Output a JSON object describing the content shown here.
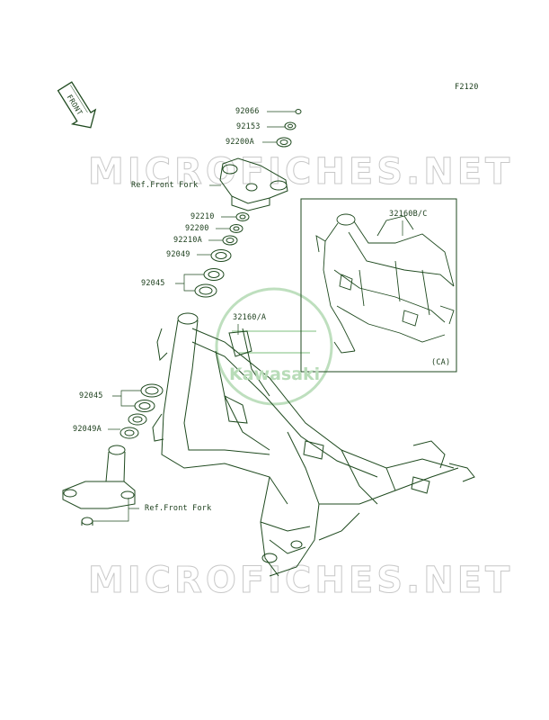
{
  "figure_code": "F2120",
  "front_label": "FRONT",
  "watermark_text": "MICROFICHES.NET",
  "logo_text": "Kawasaki",
  "inset_label": "(CA)",
  "colors": {
    "line": "#1f4a1f",
    "parts": "#2e6b2e",
    "watermark": "#c8c8c8",
    "logo": "#b8dcb8"
  },
  "callouts": [
    {
      "id": "92066",
      "text": "92066"
    },
    {
      "id": "92153",
      "text": "92153"
    },
    {
      "id": "92200A",
      "text": "92200A"
    },
    {
      "id": "ref-front-fork-top",
      "text": "Ref.Front Fork"
    },
    {
      "id": "92210",
      "text": "92210"
    },
    {
      "id": "92200",
      "text": "92200"
    },
    {
      "id": "92210A",
      "text": "92210A"
    },
    {
      "id": "92049",
      "text": "92049"
    },
    {
      "id": "92045-top",
      "text": "92045"
    },
    {
      "id": "32160A",
      "text": "32160/A"
    },
    {
      "id": "32160BC",
      "text": "32160B/C"
    },
    {
      "id": "92045-bottom",
      "text": "92045"
    },
    {
      "id": "92049A",
      "text": "92049A"
    },
    {
      "id": "ref-front-fork-bottom",
      "text": "Ref.Front Fork"
    }
  ]
}
